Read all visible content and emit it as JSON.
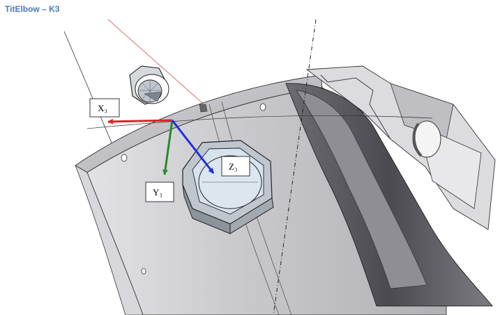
{
  "title": "TitElbow – K3",
  "colors": {
    "title": "#4a7ab8",
    "axis_x": "#e0202a",
    "axis_y": "#2a8a2a",
    "axis_z": "#1f2ee0",
    "ref_line": "#d04040"
  },
  "axes": {
    "x_label": "X₃",
    "y_label": "Y₃",
    "z_label": "Z₃"
  }
}
